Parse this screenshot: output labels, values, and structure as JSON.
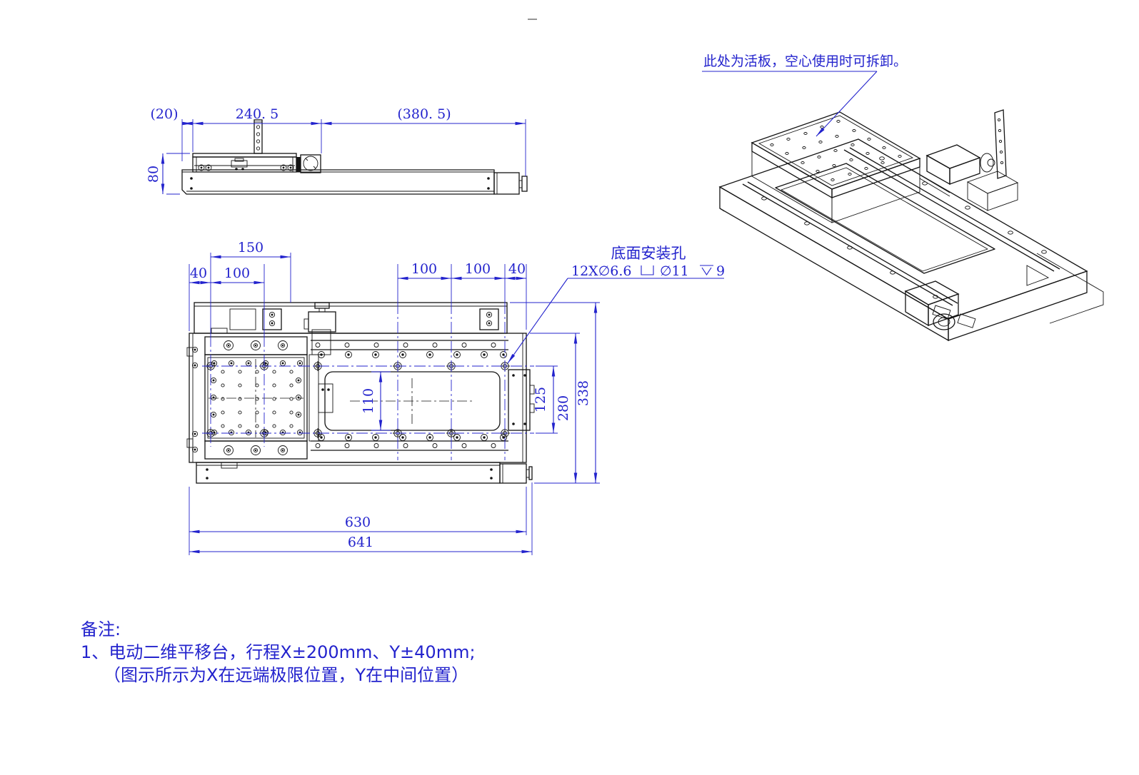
{
  "colors": {
    "dim_blue": "#2323cd",
    "geometry_black": "#141414",
    "background": "#ffffff"
  },
  "side_view": {
    "dims": {
      "d20": "(20)",
      "d240": "240. 5",
      "d380": "(380. 5)",
      "d80": "80"
    }
  },
  "top_view": {
    "dims": {
      "d150": "150",
      "d40_left": "40",
      "d100_left": "100",
      "d100_mid": "100",
      "d100_right": "100",
      "d40_right": "40",
      "d110": "110",
      "d125": "125",
      "d280": "280",
      "d338": "338",
      "d630": "630",
      "d641": "641"
    },
    "mounting_note": {
      "title": "底面安装孔",
      "count_spec": "12X∅6.6",
      "cbore_spec": "∅11",
      "depth_value": "9"
    }
  },
  "iso_view": {
    "flap_note": "此处为活板，空心使用时可拆卸。"
  },
  "notes": {
    "header": "备注:",
    "line1": "1、电动二维平移台，行程X±200mm、Y±40mm;",
    "line2": "（图示所示为X在远端极限位置，Y在中间位置）"
  }
}
